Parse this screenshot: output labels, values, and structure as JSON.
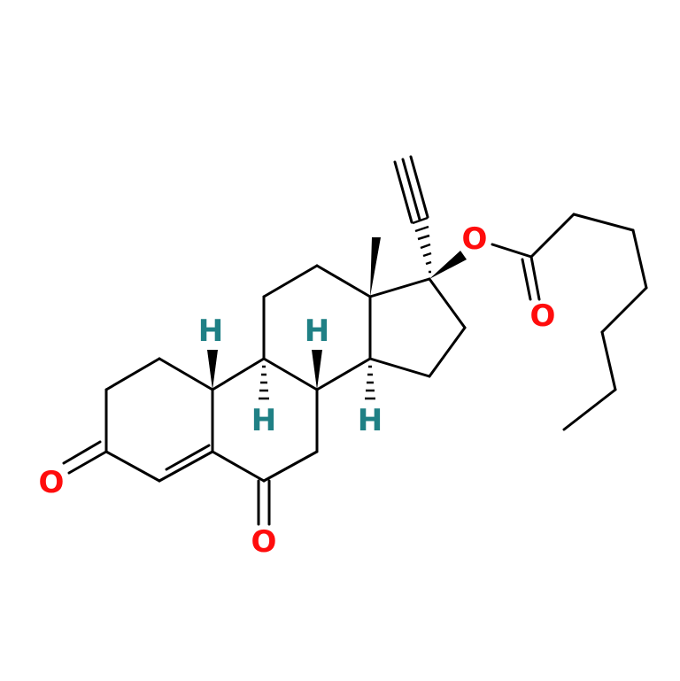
{
  "molecule": {
    "atoms": {
      "o_c3": "O",
      "o_c6": "O",
      "o_ester": "O",
      "o_carbonyl": "O",
      "h_c10": "H",
      "h_c9": "H",
      "h_c8": "H",
      "h_c14": "H"
    },
    "colors": {
      "oxygen": "#ff0d0d",
      "hydrogen": "#1f8085",
      "bond": "#000000"
    }
  }
}
